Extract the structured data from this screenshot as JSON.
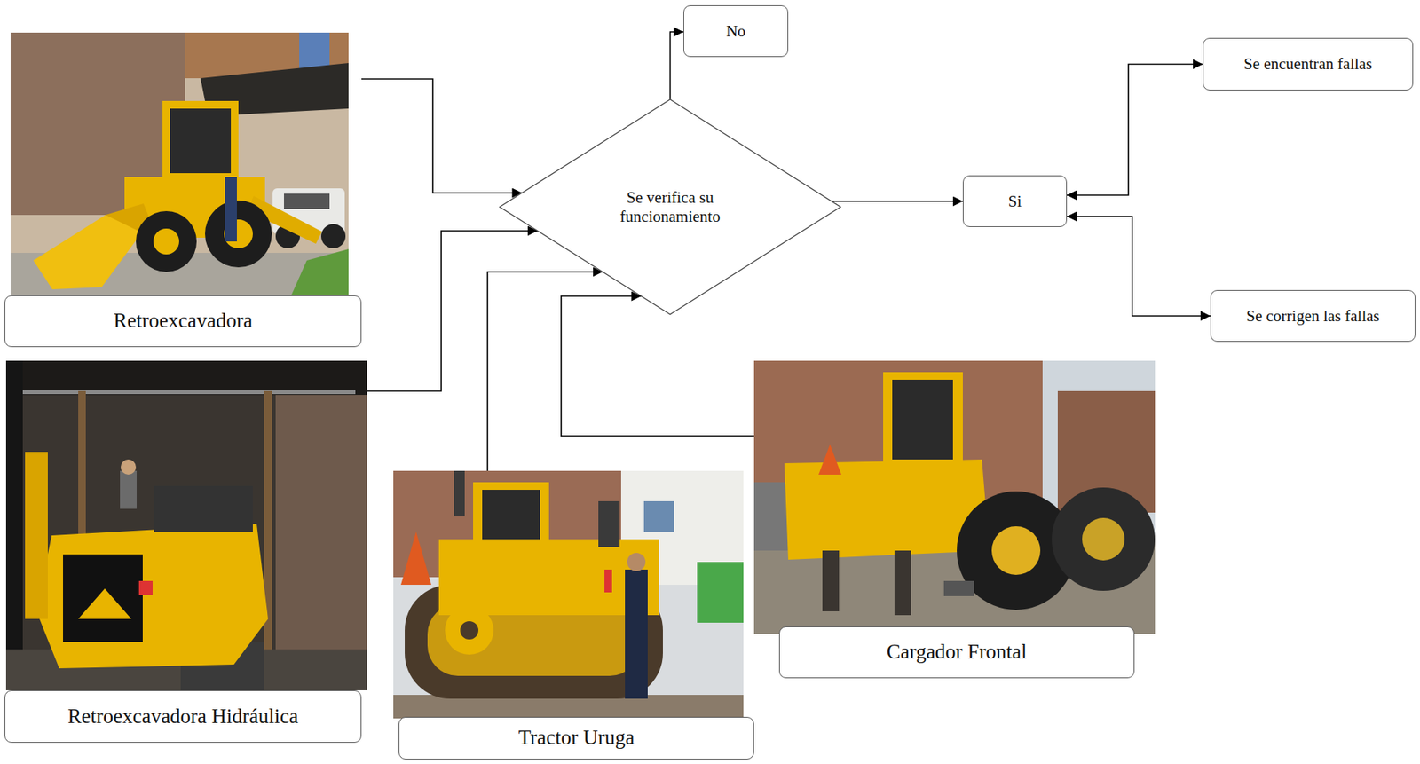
{
  "diagram": {
    "nodes": [
      {
        "text": [
          "No"
        ]
      },
      {
        "text": [
          "Se encuentran fallas"
        ]
      },
      {
        "text": [
          "Se verifica su funcionamiento"
        ]
      },
      {
        "text": [
          "Si"
        ]
      },
      {
        "text": [
          "Se corrigen las fallas"
        ]
      },
      {
        "text": [
          "Retroexcavadora"
        ]
      },
      {
        "text": [
          "Cargador Frontal"
        ]
      },
      {
        "text": [
          "Retroexcavadora Hidráulica"
        ]
      },
      {
        "text": [
          "Tractor Uruga"
        ]
      }
    ],
    "edges": [
      {
        "from": 5,
        "to": 2,
        "arrow": "to"
      },
      {
        "from": 7,
        "to": 2,
        "arrow": "to"
      },
      {
        "from": 8,
        "to": 2,
        "arrow": "to"
      },
      {
        "from": 6,
        "to": 2,
        "arrow": "to"
      },
      {
        "from": 2,
        "to": 0,
        "arrow": "to"
      },
      {
        "from": 2,
        "to": 3,
        "arrow": "to"
      },
      {
        "from": 3,
        "to": 1,
        "arrow": "both"
      },
      {
        "from": 3,
        "to": 4,
        "arrow": "both"
      }
    ]
  }
}
